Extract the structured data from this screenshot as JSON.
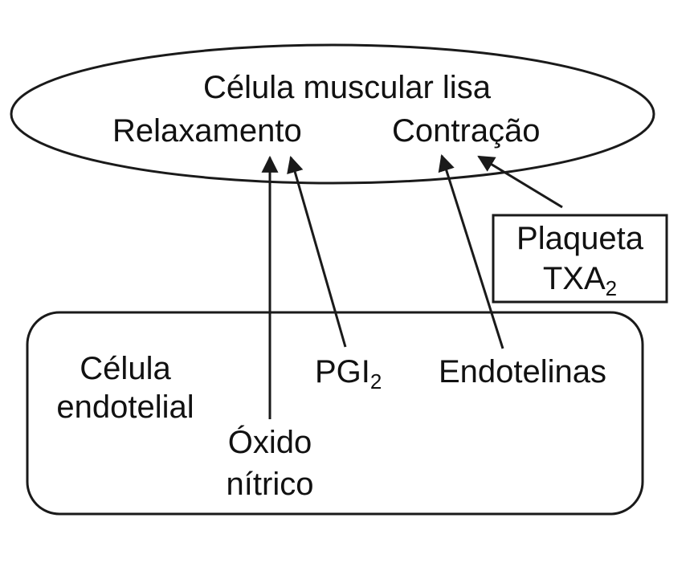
{
  "smooth_muscle": {
    "title": "Célula muscular lisa",
    "relaxation": "Relaxamento",
    "contraction": "Contração"
  },
  "platelet": {
    "label": "Plaqueta",
    "mediator_base": "TXA",
    "mediator_sub": "2"
  },
  "endothelial": {
    "label_line1": "Célula",
    "label_line2": "endotelial",
    "pgi_base": "PGI",
    "pgi_sub": "2",
    "endothelins": "Endotelinas",
    "nitric_line1": "Óxido",
    "nitric_line2": "nítrico"
  },
  "colors": {
    "stroke": "#1a1a1a",
    "background": "#ffffff"
  }
}
